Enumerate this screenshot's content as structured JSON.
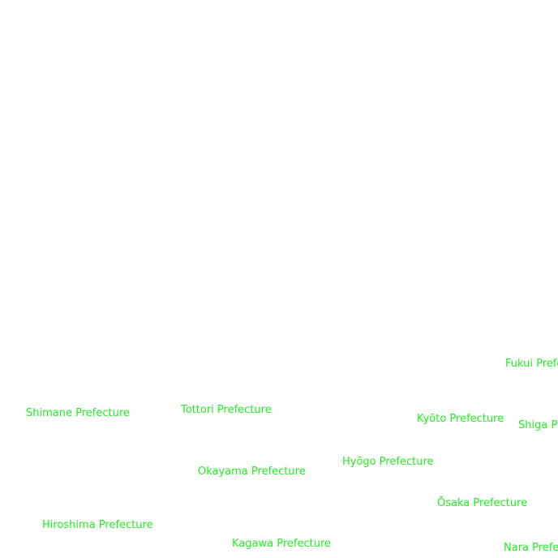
{
  "label_color": "#22ee22",
  "labels": [
    {
      "id": "fukui",
      "text": "Fukui Prefecture"
    },
    {
      "id": "shimane",
      "text": "Shimane Prefecture"
    },
    {
      "id": "tottori",
      "text": "Tottori Prefecture"
    },
    {
      "id": "kyoto",
      "text": "Kyōto Prefecture"
    },
    {
      "id": "shiga",
      "text": "Shiga Prefecture"
    },
    {
      "id": "hyogo",
      "text": "Hyōgo Prefecture"
    },
    {
      "id": "okayama",
      "text": "Okayama Prefecture"
    },
    {
      "id": "osaka",
      "text": "Ōsaka Prefecture"
    },
    {
      "id": "hiroshima",
      "text": "Hiroshima Prefecture"
    },
    {
      "id": "kagawa",
      "text": "Kagawa Prefecture"
    },
    {
      "id": "nara",
      "text": "Nara Prefecture"
    }
  ]
}
